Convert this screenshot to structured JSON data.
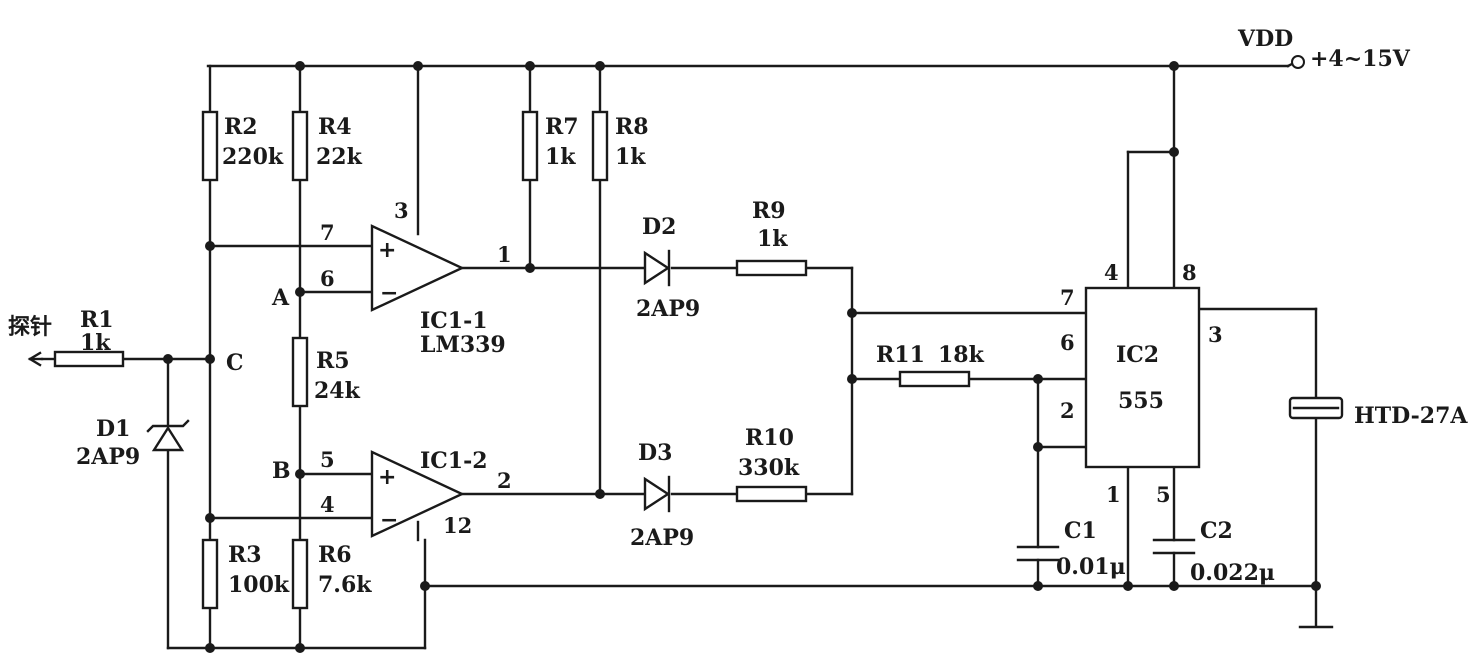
{
  "supply": {
    "net": "VDD",
    "voltage": "+4~15V"
  },
  "probe": {
    "label": "探针"
  },
  "nodes": {
    "a": "A",
    "b": "B",
    "c": "C"
  },
  "resistors": [
    {
      "ref": "R1",
      "value": "1k"
    },
    {
      "ref": "R2",
      "value": "220k"
    },
    {
      "ref": "R3",
      "value": "100k"
    },
    {
      "ref": "R4",
      "value": "22k"
    },
    {
      "ref": "R5",
      "value": "24k"
    },
    {
      "ref": "R6",
      "value": "7.6k"
    },
    {
      "ref": "R7",
      "value": "1k"
    },
    {
      "ref": "R8",
      "value": "1k"
    },
    {
      "ref": "R9",
      "value": "1k"
    },
    {
      "ref": "R10",
      "value": "330k"
    },
    {
      "ref": "R11",
      "value": "18k"
    }
  ],
  "diodes": [
    {
      "ref": "D1",
      "type": "2AP9"
    },
    {
      "ref": "D2",
      "type": "2AP9"
    },
    {
      "ref": "D3",
      "type": "2AP9"
    }
  ],
  "capacitors": [
    {
      "ref": "C1",
      "value": "0.01μ"
    },
    {
      "ref": "C2",
      "value": "0.022μ"
    }
  ],
  "comparators": [
    {
      "ref": "IC1-1",
      "part": "LM339",
      "pins": {
        "plus": "7",
        "minus": "6",
        "out": "1",
        "vcc": "3"
      }
    },
    {
      "ref": "IC1-2",
      "pins": {
        "plus": "5",
        "minus": "4",
        "out": "2",
        "gnd": "12"
      }
    }
  ],
  "timer": {
    "ref": "IC2",
    "part": "555",
    "pins": {
      "p4": "4",
      "p8": "8",
      "p7": "7",
      "p6": "6",
      "p2": "2",
      "p3": "3",
      "p1": "1",
      "p5": "5"
    }
  },
  "buzzer": {
    "part": "HTD-27A"
  },
  "signs": {
    "plus": "+",
    "minus": "−"
  }
}
